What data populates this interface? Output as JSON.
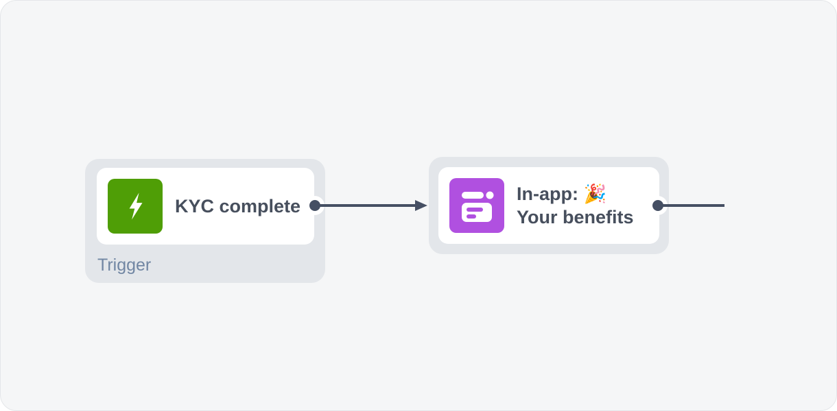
{
  "canvas": {
    "background_color": "#f5f6f7",
    "node_container_color": "#e3e6ea",
    "connector_color": "#454f63",
    "title_text_color": "#474f5d"
  },
  "trigger_node": {
    "title": "KYC complete",
    "type_label": "Trigger",
    "icon": "lightning-bolt-icon",
    "icon_color": "#4f9e06"
  },
  "action_node": {
    "title_line1": "In-app: 🎉",
    "title_line2": "Your benefits",
    "icon": "in-app-message-icon",
    "icon_color": "#b050e0"
  }
}
